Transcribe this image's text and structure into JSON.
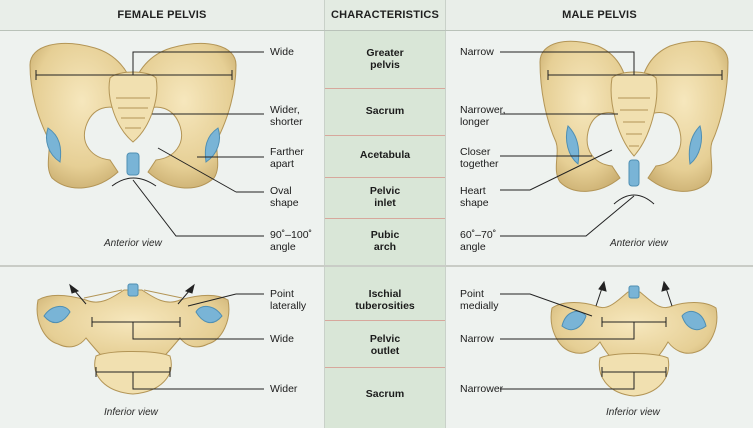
{
  "headers": {
    "female": "FEMALE PELVIS",
    "characteristics": "CHARACTERISTICS",
    "male": "MALE PELVIS"
  },
  "rows": [
    {
      "characteristic": "Greater\npelvis",
      "female": "Wide",
      "male": "Narrow"
    },
    {
      "characteristic": "Sacrum",
      "female": "Wider,\nshorter",
      "male": "Narrower,\nlonger"
    },
    {
      "characteristic": "Acetabula",
      "female": "Farther\napart",
      "male": "Closer\ntogether"
    },
    {
      "characteristic": "Pelvic\ninlet",
      "female": "Oval\nshape",
      "male": "Heart\nshape"
    },
    {
      "characteristic": "Pubic\narch",
      "female": "90˚–100˚\nangle",
      "male": "60˚–70˚\nangle"
    },
    {
      "characteristic": "Ischial\ntuberosities",
      "female": "Point\nlaterally",
      "male": "Point\nmedially"
    },
    {
      "characteristic": "Pelvic\noutlet",
      "female": "Wide",
      "male": "Narrow"
    },
    {
      "characteristic": "Sacrum",
      "female": "Wider",
      "male": "Narrower"
    }
  ],
  "views": {
    "female_anterior": "Anterior view",
    "male_anterior": "Anterior view",
    "female_inferior": "Inferior view",
    "male_inferior": "Inferior view"
  },
  "colors": {
    "bone": "#ecd9a6",
    "bone_shadow": "#c9ad6f",
    "cartilage": "#79b4d6",
    "divider": "#d7a79c",
    "middle_column": "#d9e6d7"
  }
}
